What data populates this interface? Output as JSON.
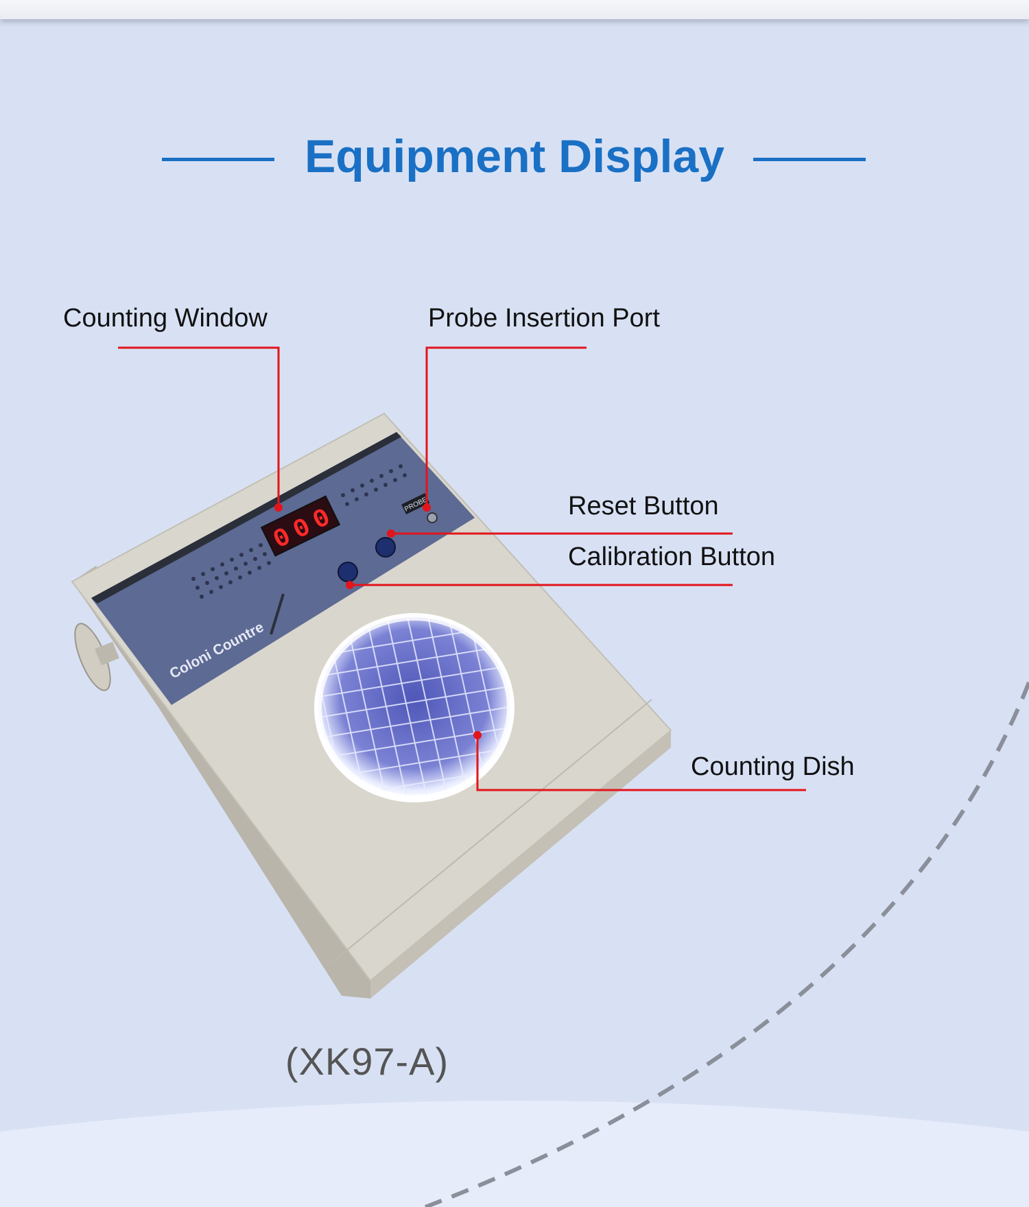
{
  "page": {
    "title": "Equipment Display",
    "model": "(XK97-A)"
  },
  "device": {
    "brand_text": "Coloni Countre",
    "display_digits": [
      "0",
      "0",
      "0"
    ],
    "probe_tag": "PROBE"
  },
  "callouts": [
    {
      "id": "counting-window",
      "label": "Counting Window"
    },
    {
      "id": "probe-insertion-port",
      "label": "Probe Insertion Port"
    },
    {
      "id": "reset-button",
      "label": "Reset Button"
    },
    {
      "id": "calibration-button",
      "label": "Calibration Button"
    },
    {
      "id": "counting-dish",
      "label": "Counting Dish"
    }
  ],
  "colors": {
    "background": "#d8e1f4",
    "heading": "#1a70c4",
    "leader_line": "#e3141b",
    "panel": "#5d6a93",
    "display_led": "#ff2a2a"
  }
}
